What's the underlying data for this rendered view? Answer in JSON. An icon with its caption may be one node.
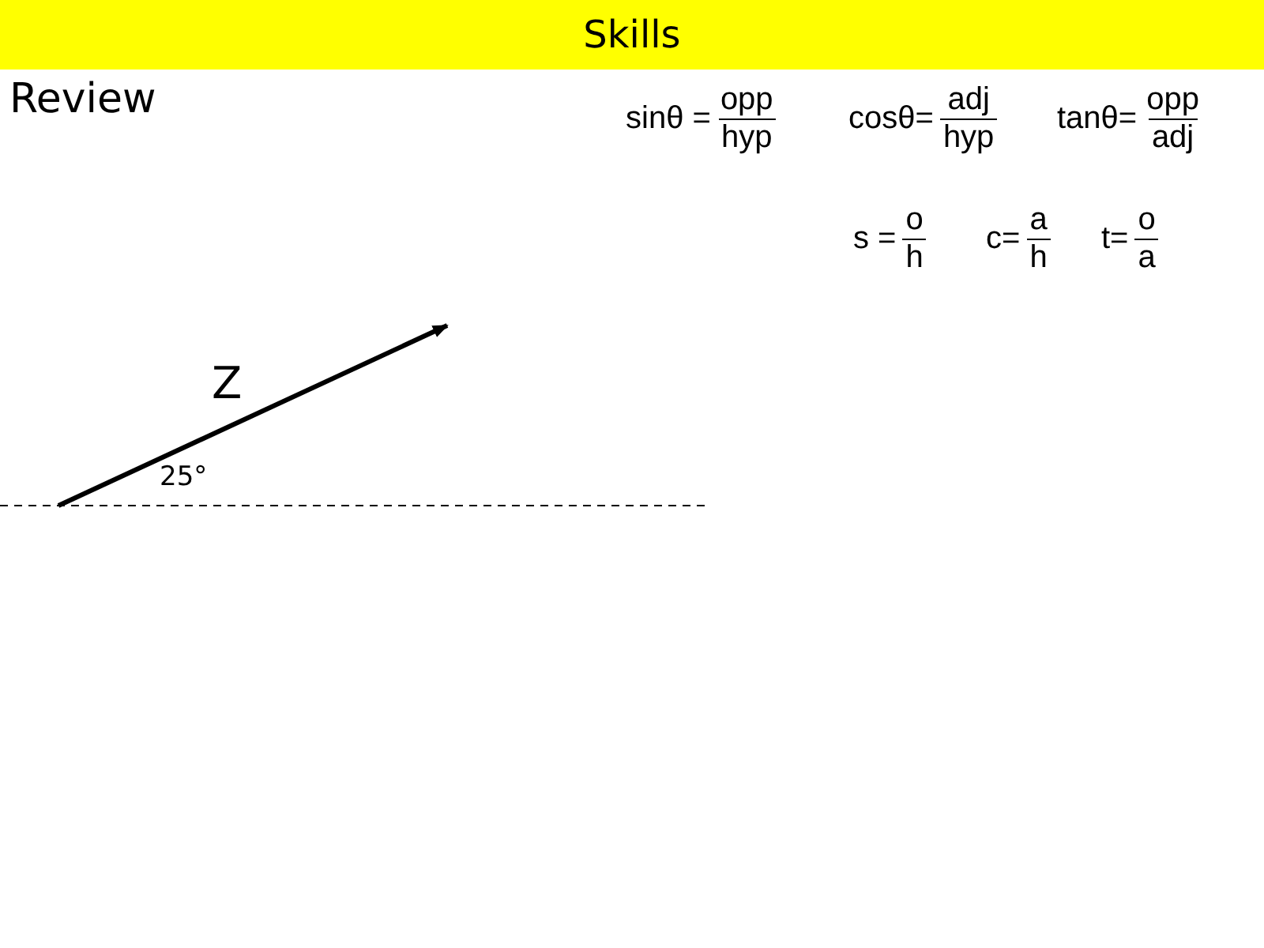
{
  "diagram": {
    "title": "Skills",
    "labels": [
      "Review",
      "sinθ =",
      "opp",
      "hyp",
      "cosθ=",
      "adj",
      "hyp",
      "tanθ=",
      "opp",
      "adj",
      "s =",
      "o",
      "h",
      "c=",
      "a",
      "h",
      "t=",
      "o",
      "a",
      "Z",
      "25°"
    ]
  }
}
